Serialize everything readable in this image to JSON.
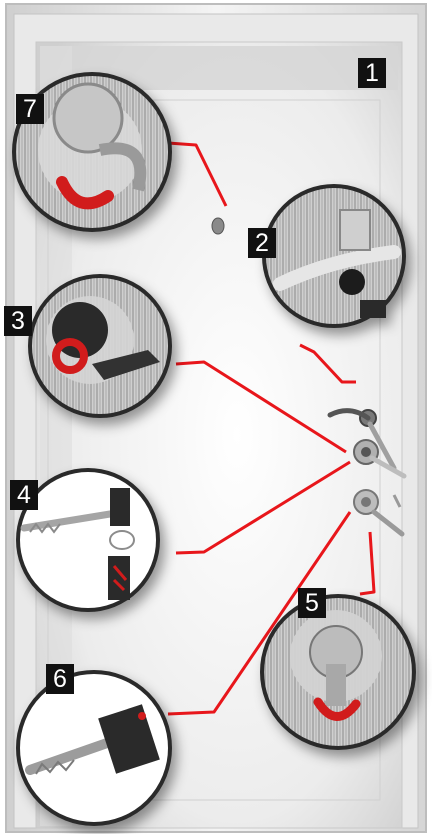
{
  "diagram": {
    "callouts": [
      {
        "number": "1",
        "subject": "door-leaf"
      },
      {
        "number": "2",
        "subject": "lever-handle"
      },
      {
        "number": "3",
        "subject": "cylinder-lock-with-key"
      },
      {
        "number": "4",
        "subject": "key-set"
      },
      {
        "number": "5",
        "subject": "thumb-turn-lock"
      },
      {
        "number": "6",
        "subject": "key"
      },
      {
        "number": "7",
        "subject": "peephole-with-latch"
      }
    ],
    "colors": {
      "leader_line": "#e8161b",
      "badge_background": "#111111",
      "badge_text": "#ffffff",
      "frame": "#d9d9d9",
      "panel": "#f1f1f1",
      "detail_ring": "#2b2b2b"
    }
  }
}
